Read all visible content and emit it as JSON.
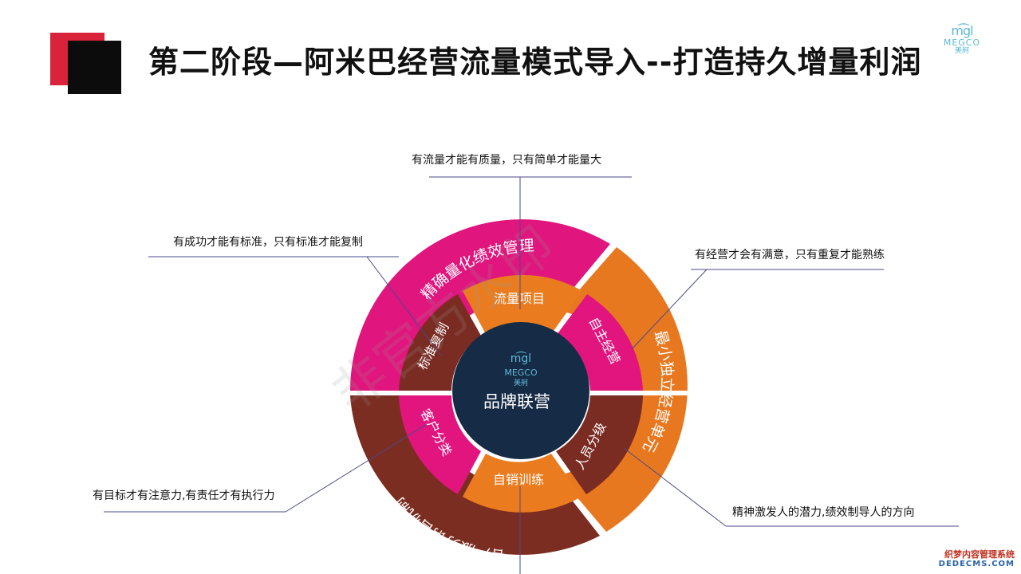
{
  "title": "第二阶段—阿米巴经营流量模式导入--打造持久增量利润",
  "logo": {
    "mark": "m͡gl",
    "word": "MEGCO",
    "cn": "美舸"
  },
  "center": {
    "text": "品牌联营"
  },
  "outer_ring": [
    {
      "id": "precision",
      "text": "精确量化绩效管理",
      "color": "#e0157d"
    },
    {
      "id": "unit",
      "text": "最小独立经营单元",
      "color": "#e8781f"
    },
    {
      "id": "service",
      "text": "客户服务销售机制",
      "color": "#7c2d21"
    }
  ],
  "inner_ring": [
    {
      "id": "flow",
      "text": "流量项目",
      "color": "#ea7c1f"
    },
    {
      "id": "self",
      "text": "自主经营",
      "color": "#e2157f"
    },
    {
      "id": "staff",
      "text": "人员分级",
      "color": "#7a2b22"
    },
    {
      "id": "selfsales",
      "text": "自销训练",
      "color": "#ea7c1f"
    },
    {
      "id": "customer",
      "text": "客户分类",
      "color": "#e2157f"
    },
    {
      "id": "standard",
      "text": "标准复制",
      "color": "#7a2b22"
    }
  ],
  "annotations": [
    {
      "id": "top",
      "text": "有流量才能有质量，只有简单才能量大"
    },
    {
      "id": "left-top",
      "text": "有成功才能有标准，只有标准才能复制"
    },
    {
      "id": "right-top",
      "text": "有经营才会有满意，只有重复才能熟练"
    },
    {
      "id": "left-bottom",
      "text": "有目标才有注意力,有责任才有执行力"
    },
    {
      "id": "right-bottom",
      "text": "精神激发人的潜力,绩效制导人的方向"
    }
  ],
  "watermark": "非官方水印",
  "corner_logo": {
    "line1": "织梦内容管理系统",
    "line2": "DEDECMS.COM"
  },
  "colors": {
    "accent_red": "#d9233b",
    "center_navy": "#162b45"
  }
}
